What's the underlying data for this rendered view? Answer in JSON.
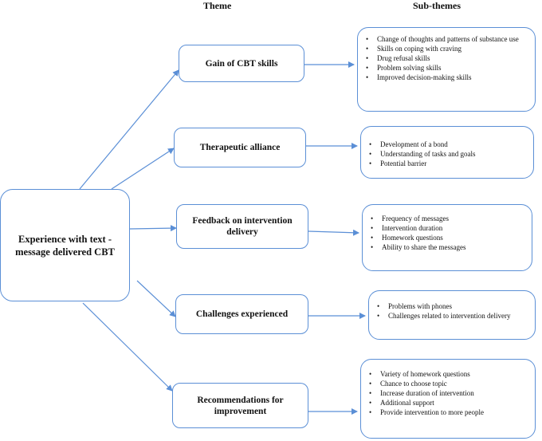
{
  "headers": {
    "theme": "Theme",
    "subthemes": "Sub-themes"
  },
  "central": {
    "label": "Experience with text -message delivered CBT"
  },
  "themes": [
    {
      "label": "Gain of CBT skills",
      "subthemes": [
        "Change of thoughts and patterns of substance use",
        "Skills on coping with craving",
        "Drug refusal skills",
        "Problem solving skills",
        "Improved decision-making skills"
      ]
    },
    {
      "label": "Therapeutic alliance",
      "subthemes": [
        "Development of a bond",
        "Understanding of tasks and goals",
        "Potential barrier"
      ]
    },
    {
      "label": "Feedback on intervention delivery",
      "subthemes": [
        "Frequency of messages",
        "Intervention duration",
        "Homework questions",
        "Ability to share the messages"
      ]
    },
    {
      "label": "Challenges experienced",
      "subthemes": [
        "Problems with phones",
        "Challenges related to intervention delivery"
      ]
    },
    {
      "label": "Recommendations for improvement",
      "subthemes": [
        "Variety of homework questions",
        "Chance to choose topic",
        "Increase duration of intervention",
        "Additional support",
        "Provide intervention to more people"
      ]
    }
  ],
  "colors": {
    "box_border": "#5b8fd6",
    "arrow": "#5b8fd6",
    "text": "#111111"
  }
}
